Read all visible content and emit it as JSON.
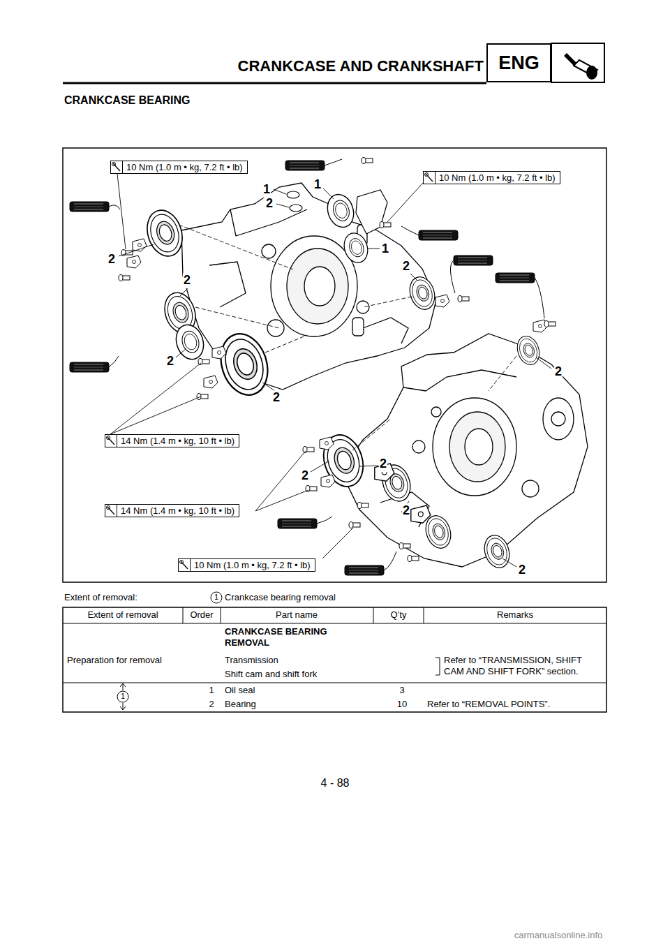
{
  "diagram": {
    "title": "CRANKCASE AND CRANKSHAFT",
    "nodes": [
      {
        "text": [
          "ENG"
        ]
      },
      {
        "text": [
          "10 Nm (1.0 m • kg, 7.2 ft • lb)"
        ]
      },
      {
        "text": [
          "10 Nm (1.0 m • kg, 7.2 ft • lb)"
        ]
      },
      {
        "text": [
          "14 Nm (1.4 m • kg, 10 ft • lb)"
        ]
      },
      {
        "text": [
          "14 Nm (1.4 m • kg, 10 ft • lb)"
        ]
      },
      {
        "text": [
          "10 Nm (1.0 m • kg, 7.2 ft • lb)"
        ]
      }
    ],
    "labels": [
      "CRANKCASE BEARING",
      "1",
      "2",
      "1",
      "1",
      "2",
      "2",
      "2",
      "2",
      "2",
      "2",
      "2",
      "2",
      "2",
      "2",
      "Extent of removal:",
      "1",
      "Crankcase bearing removal",
      "Extent of removal",
      "Order",
      "Part name",
      "Q’ty",
      "Remarks",
      "CRANKCASE BEARING REMOVAL",
      "Preparation for removal",
      "Transmission",
      "Shift cam and shift fork",
      "Refer to “TRANSMISSION, SHIFT CAM AND SHIFT FORK” section.",
      "1",
      "1",
      "Oil seal",
      "3",
      "2",
      "Bearing",
      "10",
      "Refer to “REMOVAL POINTS”.",
      "4 - 88",
      "carmanualsonline.info"
    ]
  }
}
